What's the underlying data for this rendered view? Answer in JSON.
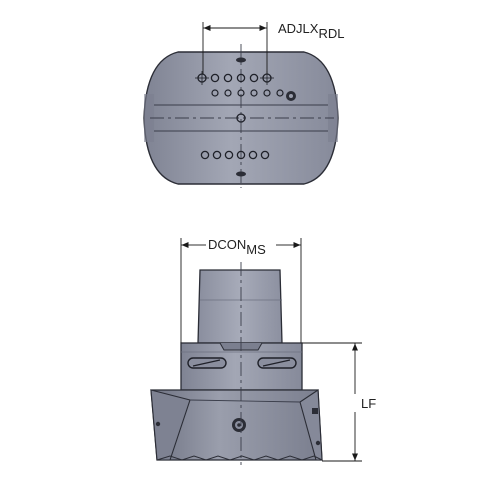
{
  "dimensions": {
    "adjlx": {
      "main": "ADJLX",
      "sub": "RDL"
    },
    "dcon": {
      "main": "DCON",
      "sub": "MS"
    },
    "lf": {
      "main": "LF"
    }
  },
  "colors": {
    "body": "#8f93a3",
    "body_light": "#a9adbb",
    "body_dark": "#6d7180",
    "outline": "#2b2d36",
    "dimension": "#1a1a1a",
    "centerline": "#3a3d4a"
  }
}
